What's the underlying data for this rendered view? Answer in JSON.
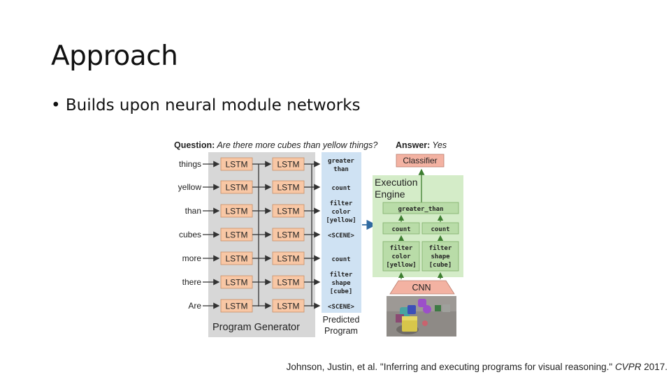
{
  "slide": {
    "title": "Approach",
    "bullet_symbol": "•",
    "bullet_text": "Builds upon neural module networks",
    "citation_main": "Johnson, Justin, et al. \"Inferring and executing programs for visual reasoning.\" ",
    "citation_venue": "CVPR",
    "citation_year": " 2017."
  },
  "figure": {
    "question_label": "Question:",
    "question_text": "Are there more cubes than yellow things?",
    "answer_label": "Answer:",
    "answer_text": "Yes",
    "words": [
      "things",
      "yellow",
      "than",
      "cubes",
      "more",
      "there",
      "Are"
    ],
    "lstm_label": "LSTM",
    "program_generator_label": "Program Generator",
    "predicted_program_label": [
      "Predicted",
      "Program"
    ],
    "program_tokens": [
      [
        "greater",
        "than"
      ],
      [
        "count"
      ],
      [
        "filter",
        "color",
        "[yellow]"
      ],
      [
        "<SCENE>"
      ],
      [
        "count"
      ],
      [
        "filter",
        "shape",
        "[cube]"
      ],
      [
        "<SCENE>"
      ]
    ],
    "classifier_label": "Classifier",
    "execution_engine_label": [
      "Execution",
      "Engine"
    ],
    "module_greater_than": "greater_than",
    "module_count_left": "count",
    "module_count_right": "count",
    "module_filter_left": [
      "filter",
      "color",
      "[yellow]"
    ],
    "module_filter_right": [
      "filter",
      "shape",
      "[cube]"
    ],
    "cnn_label": "CNN",
    "colors": {
      "lstm_fill": "#f8c7a5",
      "generator_bg": "#d7d7d7",
      "program_bg": "#cfe2f3",
      "engine_bg": "#d4ecc8",
      "classifier_fill": "#f3b2a2",
      "cnn_fill": "#f3b2a2",
      "arrow_dark": "#333333",
      "arrow_green": "#3c7d2f",
      "arrow_blue": "#2f6aa0"
    }
  }
}
